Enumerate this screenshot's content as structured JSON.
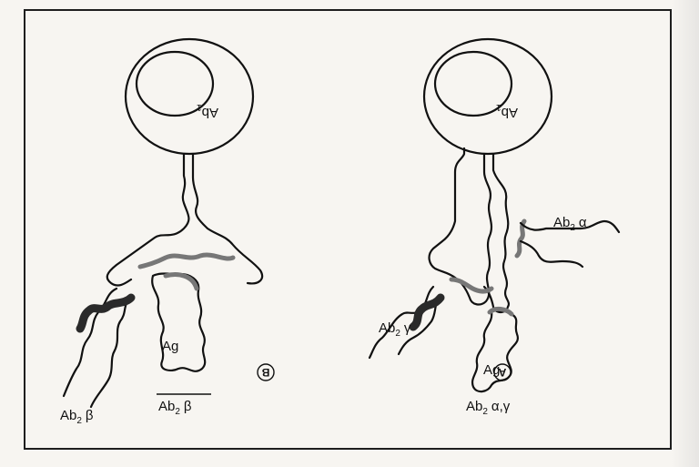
{
  "figure": {
    "panel_a": {
      "letter": "A",
      "cell_label": "Ab",
      "cell_sub": "1",
      "bottom_label": "Ab",
      "bottom_sub": "2",
      "bottom_tail": "α,γ",
      "alpha_label": "Ab",
      "alpha_sub": "2",
      "alpha_tail": "α",
      "gamma_label": "Ab",
      "gamma_sub": "2",
      "gamma_tail": "γ",
      "antigen_label": "Ag"
    },
    "panel_b": {
      "letter": "B",
      "cell_label": "Ab",
      "cell_sub": "1",
      "bottom_label": "Ab",
      "bottom_sub": "2",
      "bottom_tail": "β",
      "beta_label": "Ab",
      "beta_sub": "2",
      "beta_tail": "β",
      "antigen_label": "Ag"
    }
  }
}
